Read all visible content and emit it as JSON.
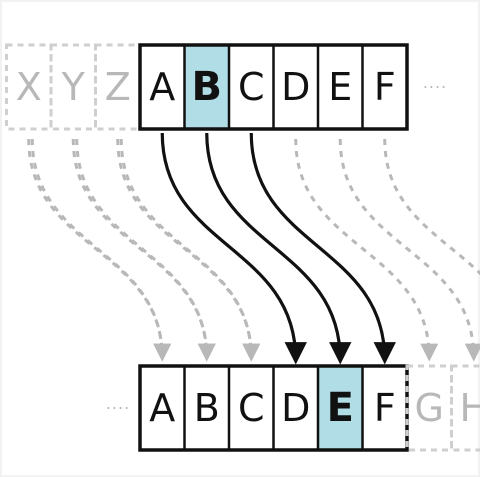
{
  "top_row": {
    "faded_letters": [
      "X",
      "Y",
      "Z"
    ],
    "letters": [
      "A",
      "B",
      "C",
      "D",
      "E",
      "F"
    ],
    "highlight_index": 1,
    "trailing_ellipsis": "····"
  },
  "bottom_row": {
    "leading_ellipsis": "····",
    "letters": [
      "A",
      "B",
      "C",
      "D",
      "E",
      "F"
    ],
    "highlight_index": 4,
    "faded_letters": [
      "G",
      "H"
    ]
  },
  "colors": {
    "highlight": "#b0dde6",
    "ink": "#111111",
    "faded": "#b8b8b8",
    "border": "#111111"
  },
  "shift": 3
}
